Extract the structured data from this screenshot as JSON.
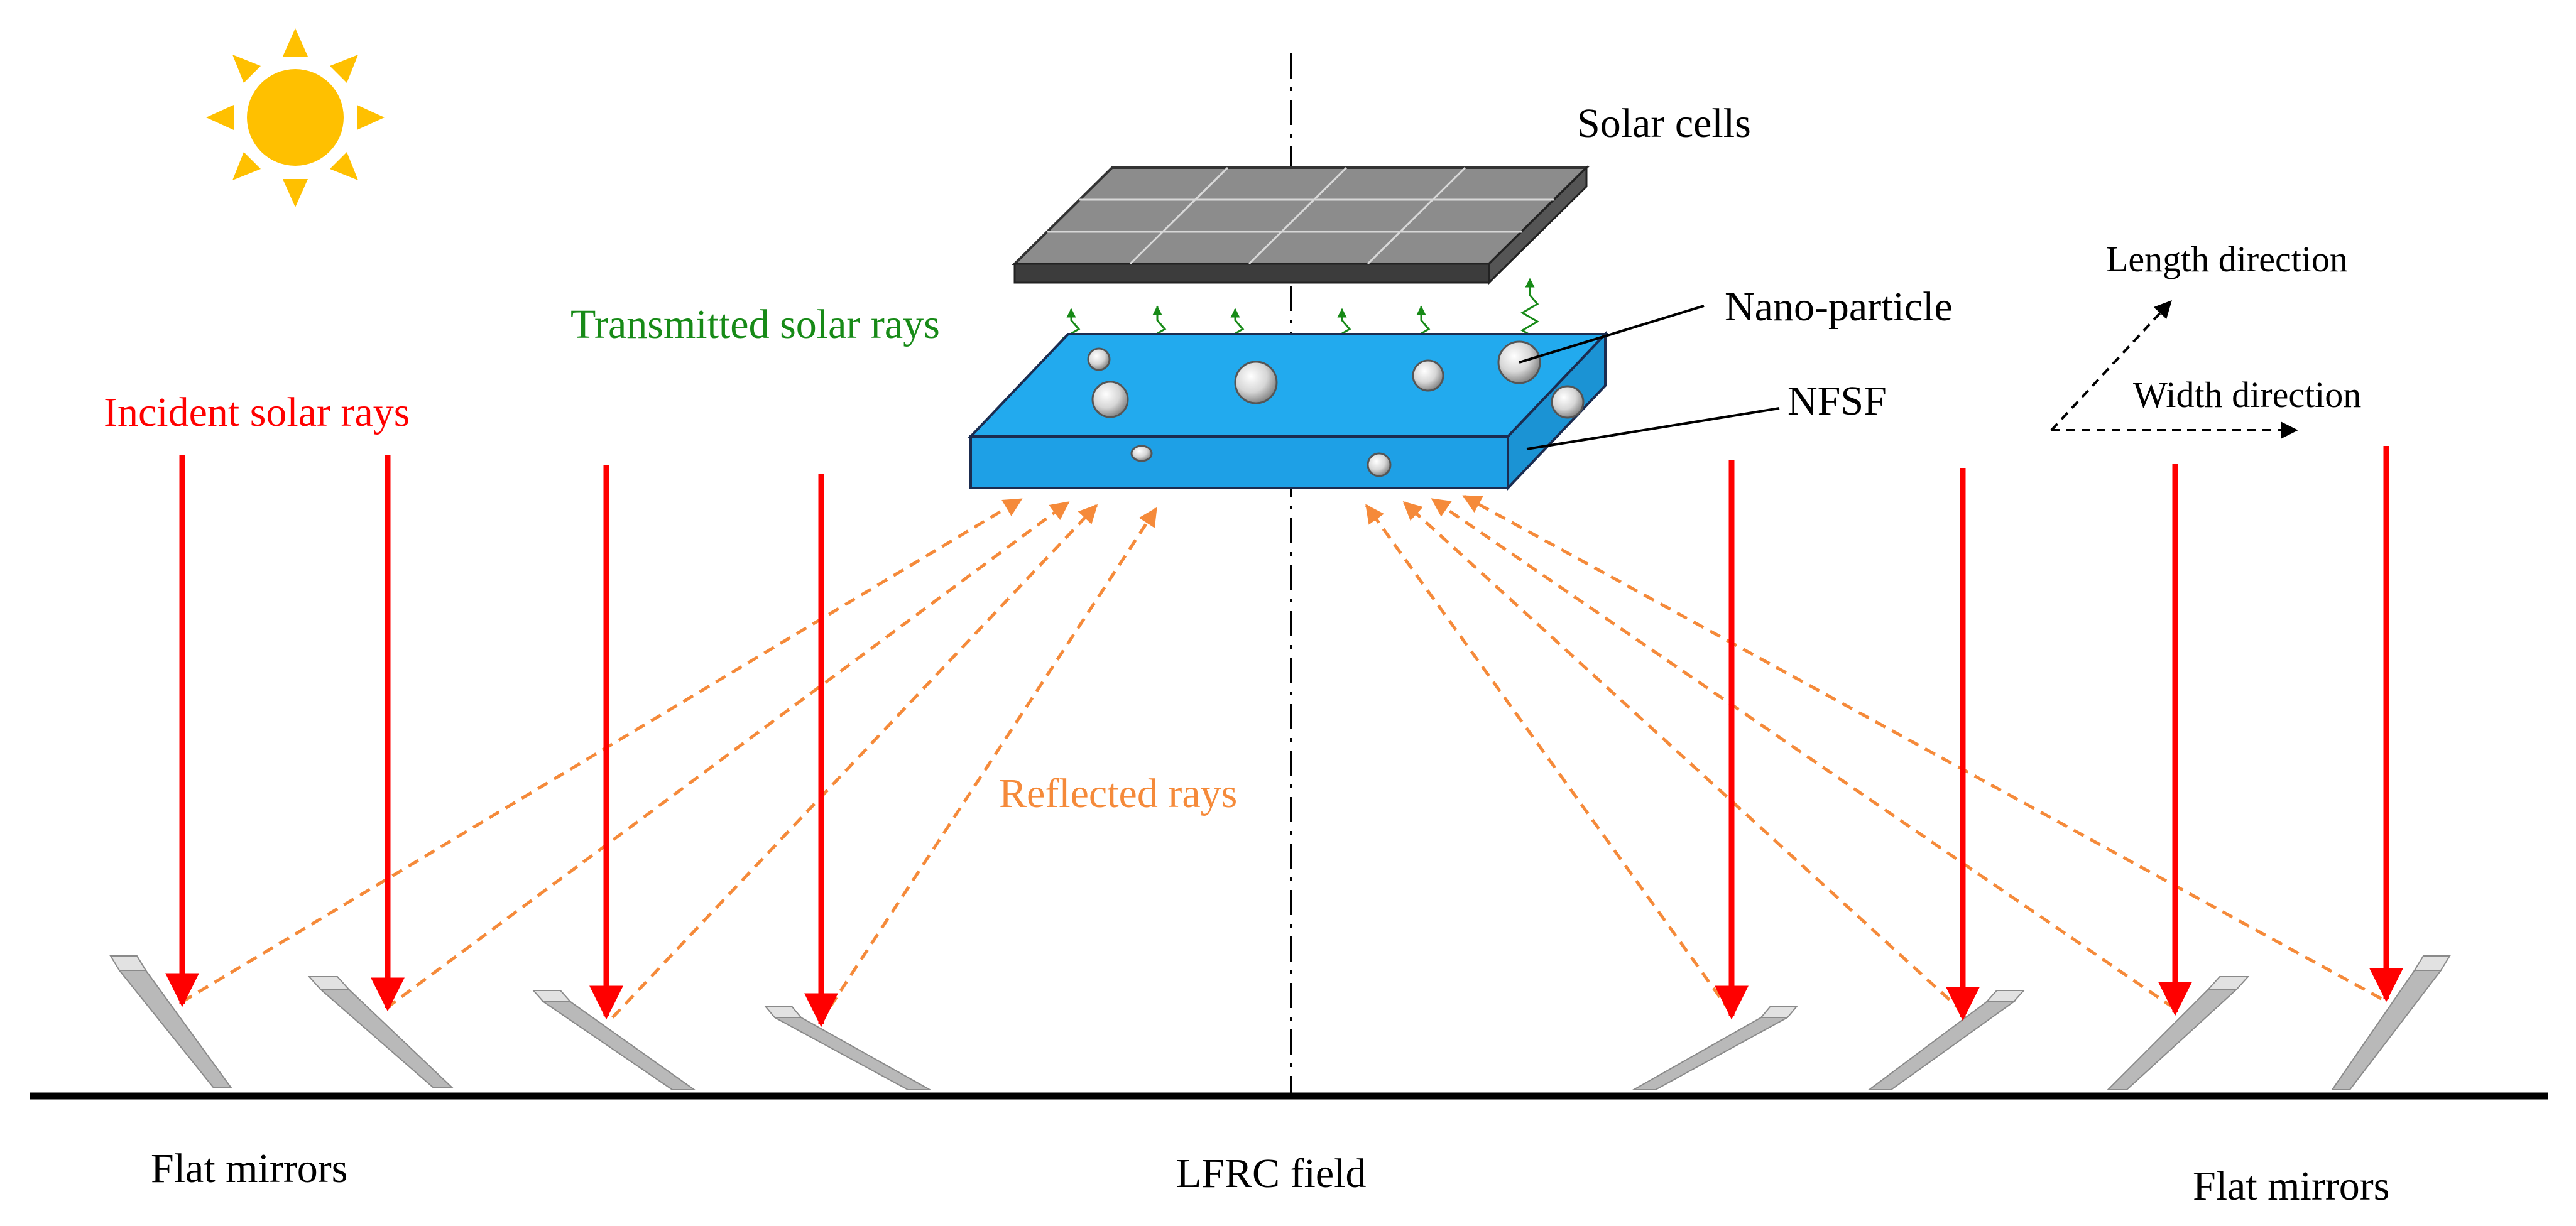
{
  "labels": {
    "solar_cells": "Solar cells",
    "nano_particle": "Nano-particle",
    "nfsf": "NFSF",
    "transmitted": "Transmitted solar rays",
    "incident": "Incident solar rays",
    "reflected": "Reflected rays",
    "length_direction": "Length direction",
    "width_direction": "Width direction",
    "flat_mirrors_left": "Flat mirrors",
    "lfrc_field": "LFRC field",
    "flat_mirrors_right": "Flat mirrors"
  },
  "colors": {
    "incident": "#ff0000",
    "reflected": "#f58a3a",
    "transmitted": "#178a17",
    "nfsf": "#22aaee",
    "sun": "#ffc000",
    "panel": "#8c8c8c",
    "mirror": "#b9b9b9"
  },
  "icons": [
    "sun-icon",
    "solar-panel",
    "nfsf-block",
    "flat-mirror"
  ]
}
